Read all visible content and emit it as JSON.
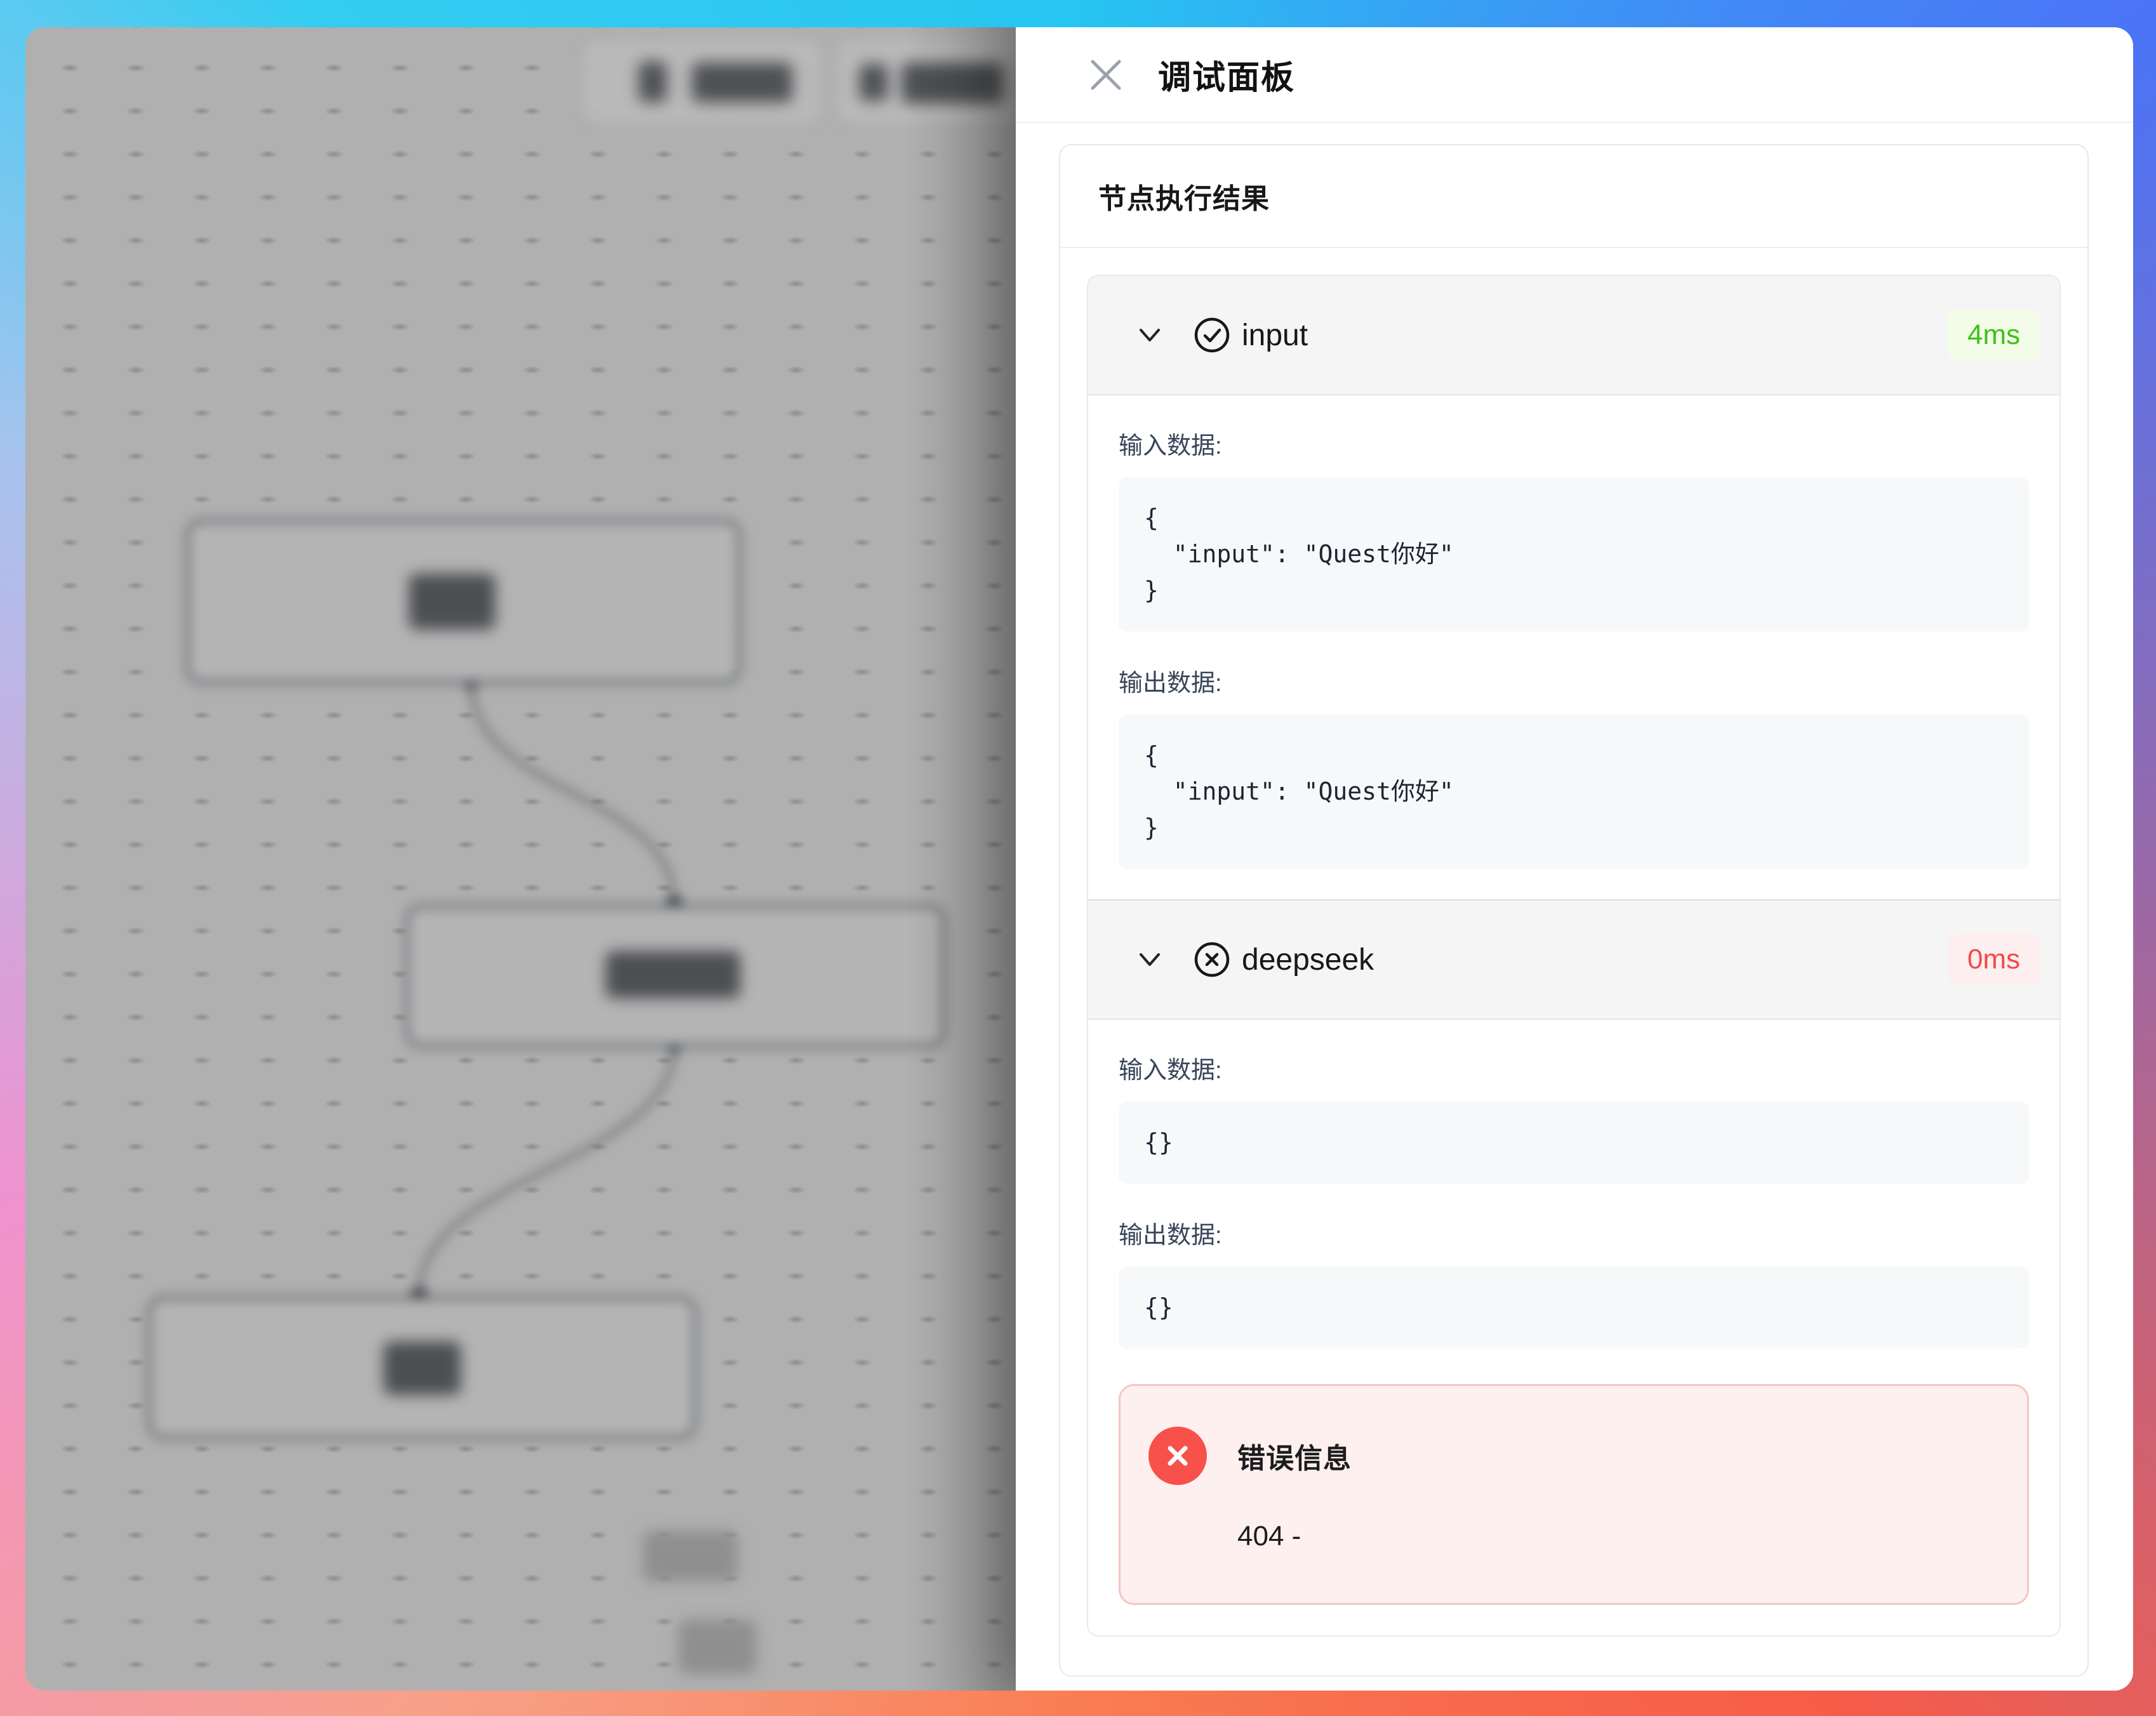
{
  "panel": {
    "title": "调试面板",
    "results_title": "节点执行结果",
    "labels": {
      "input_data": "输入数据:",
      "output_data": "输出数据:"
    },
    "results": [
      {
        "name": "input",
        "status": "success",
        "status_icon": "check-circle-icon",
        "duration": "4ms",
        "input_json": "{\n  \"input\": \"Quest你好\"\n}",
        "output_json": "{\n  \"input\": \"Quest你好\"\n}"
      },
      {
        "name": "deepseek",
        "status": "error",
        "status_icon": "x-circle-icon",
        "duration": "0ms",
        "input_json": "{}",
        "output_json": "{}",
        "error": {
          "title": "错误信息",
          "message": "404 -"
        }
      }
    ]
  },
  "colors": {
    "success_text": "#3ec217",
    "success_bg": "#f3fce9",
    "error_text": "#f5494a",
    "error_bg": "#fdefef",
    "error_box_bg": "#fdf0ee",
    "error_box_border": "#f7c6c1",
    "error_circle": "#f8514b",
    "frame_top_left": "#33cdf1",
    "frame_top_right": "#4b74f7",
    "frame_bottom_left": "#f8a189",
    "frame_bottom_right": "#f75c49",
    "canvas_gray": "#b0b0b0"
  }
}
